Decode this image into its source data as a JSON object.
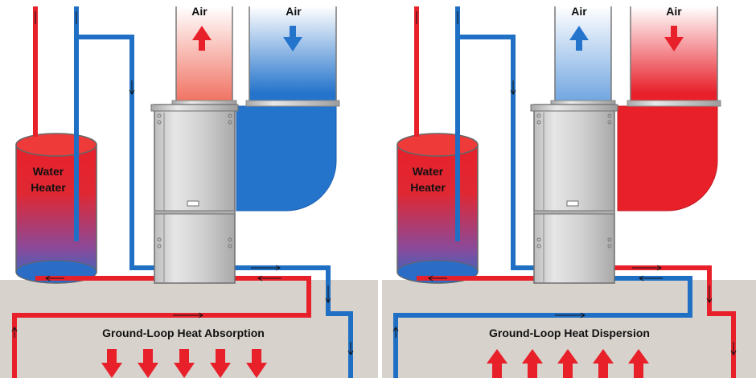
{
  "colors": {
    "hot": "#e8202a",
    "cold": "#1f6fc4",
    "ground": "#d7d2cc",
    "unit": "#d4d4d4",
    "outline": "#6f6f6f"
  },
  "panels": [
    {
      "supply_duct_label": "Air",
      "return_duct_label": "Air",
      "tank_label_line1": "Water",
      "tank_label_line2": "Heater",
      "caption": "Ground-Loop Heat Absorption",
      "ground_arrow_direction": "down",
      "ground_arrow_count": 5
    },
    {
      "supply_duct_label": "Air",
      "return_duct_label": "Air",
      "tank_label_line1": "Water",
      "tank_label_line2": "Heater",
      "caption": "Ground-Loop Heat Dispersion",
      "ground_arrow_direction": "up",
      "ground_arrow_count": 5
    }
  ]
}
